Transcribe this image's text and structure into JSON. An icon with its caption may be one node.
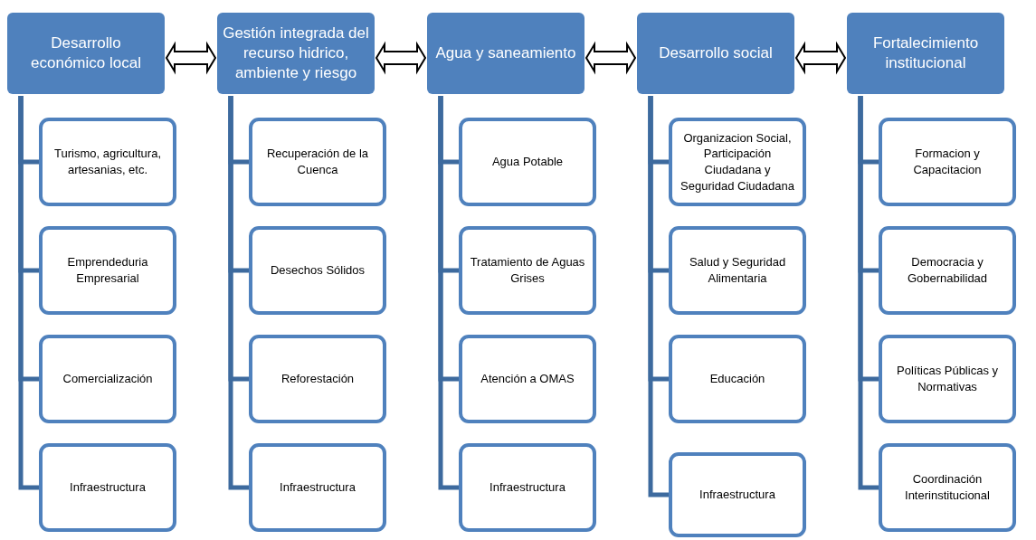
{
  "diagram": {
    "nodes": [
      {
        "text": [
          "Desarrollo económico local"
        ]
      },
      {
        "text": [
          "Turismo, agricultura, artesanias, etc."
        ]
      },
      {
        "text": [
          "Emprendeduria Empresarial"
        ]
      },
      {
        "text": [
          "Comercialización"
        ]
      },
      {
        "text": [
          "Infraestructura"
        ]
      },
      {
        "text": [
          "Gestión integrada del recurso hidrico, ambiente y riesgo"
        ]
      },
      {
        "text": [
          "Recuperación de la Cuenca"
        ]
      },
      {
        "text": [
          "Desechos Sólidos"
        ]
      },
      {
        "text": [
          "Reforestación"
        ]
      },
      {
        "text": [
          "Infraestructura"
        ]
      },
      {
        "text": [
          "Agua y saneamiento"
        ]
      },
      {
        "text": [
          "Agua Potable"
        ]
      },
      {
        "text": [
          "Tratamiento de Aguas Grises"
        ]
      },
      {
        "text": [
          "Atención a OMAS"
        ]
      },
      {
        "text": [
          "Infraestructura"
        ]
      },
      {
        "text": [
          "Desarrollo social"
        ]
      },
      {
        "text": [
          "Organizacion Social, Participación Ciudadana y Seguridad Ciudadana"
        ]
      },
      {
        "text": [
          "Salud y Seguridad Alimentaria"
        ]
      },
      {
        "text": [
          "Educación"
        ]
      },
      {
        "text": [
          "Infraestructura"
        ]
      },
      {
        "text": [
          "Fortalecimiento institucional"
        ]
      },
      {
        "text": [
          "Formacion y Capacitacion"
        ]
      },
      {
        "text": [
          "Democracia y Gobernabilidad"
        ]
      },
      {
        "text": [
          "Políticas Públicas  y Normativas"
        ]
      },
      {
        "text": [
          "Coordinación Interinstitucional"
        ]
      }
    ],
    "edges": [
      {
        "from": 0,
        "to": 5,
        "arrow": "both"
      },
      {
        "from": 5,
        "to": 10,
        "arrow": "both"
      },
      {
        "from": 10,
        "to": 15,
        "arrow": "both"
      },
      {
        "from": 15,
        "to": 20,
        "arrow": "both"
      },
      {
        "from": 0,
        "to": 1,
        "arrow": "none"
      },
      {
        "from": 0,
        "to": 2,
        "arrow": "none"
      },
      {
        "from": 0,
        "to": 3,
        "arrow": "none"
      },
      {
        "from": 0,
        "to": 4,
        "arrow": "none"
      },
      {
        "from": 5,
        "to": 6,
        "arrow": "none"
      },
      {
        "from": 5,
        "to": 7,
        "arrow": "none"
      },
      {
        "from": 5,
        "to": 8,
        "arrow": "none"
      },
      {
        "from": 5,
        "to": 9,
        "arrow": "none"
      },
      {
        "from": 10,
        "to": 11,
        "arrow": "none"
      },
      {
        "from": 10,
        "to": 12,
        "arrow": "none"
      },
      {
        "from": 10,
        "to": 13,
        "arrow": "none"
      },
      {
        "from": 10,
        "to": 14,
        "arrow": "none"
      },
      {
        "from": 15,
        "to": 16,
        "arrow": "none"
      },
      {
        "from": 15,
        "to": 17,
        "arrow": "none"
      },
      {
        "from": 15,
        "to": 18,
        "arrow": "none"
      },
      {
        "from": 15,
        "to": 19,
        "arrow": "none"
      },
      {
        "from": 20,
        "to": 21,
        "arrow": "none"
      },
      {
        "from": 20,
        "to": 22,
        "arrow": "none"
      },
      {
        "from": 20,
        "to": 23,
        "arrow": "none"
      },
      {
        "from": 20,
        "to": 24,
        "arrow": "none"
      }
    ]
  }
}
